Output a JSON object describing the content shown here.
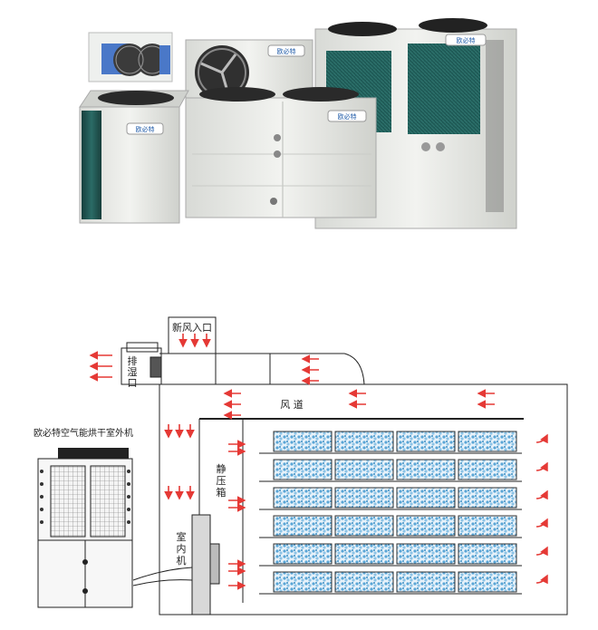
{
  "diagram": {
    "labels": {
      "fresh_air_inlet": "新风入口",
      "exhaust_1": "排",
      "exhaust_2": "湿",
      "exhaust_3": "口",
      "duct": "风 道",
      "plenum_1": "静",
      "plenum_2": "压",
      "plenum_3": "箱",
      "indoor_1": "室",
      "indoor_2": "内",
      "indoor_3": "机",
      "outdoor_unit": "欧必特空气能烘干室外机"
    },
    "logo_text": "欧必特",
    "colors": {
      "arrow": "#e53935",
      "line": "#222222",
      "tray": "#7fb8e0",
      "panel_dark": "#1f5b57",
      "unit_body": "#e6e7e4"
    }
  }
}
